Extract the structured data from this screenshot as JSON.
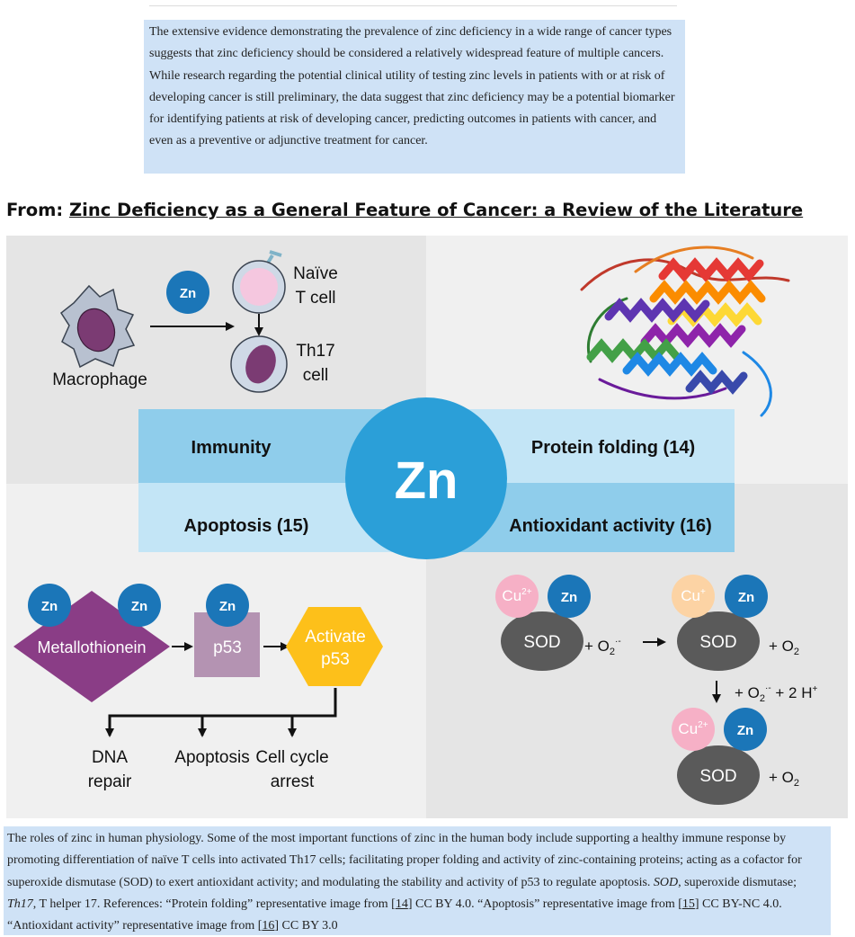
{
  "abstract": {
    "text": "The extensive evidence demonstrating the prevalence of zinc deficiency in a wide range of cancer types suggests that zinc deficiency should be considered a relatively widespread feature of multiple cancers. While research regarding the potential clinical utility of testing zinc levels in patients with or at risk of developing cancer is still preliminary, the data suggest that zinc deficiency may be a potential biomarker for identifying patients at risk of developing cancer, predicting outcomes in patients with cancer, and even as a preventive or adjunctive treatment for cancer."
  },
  "source": {
    "prefix": "From: ",
    "link_text": "Zinc Deficiency as a General Feature of Cancer: a Review of the Literature"
  },
  "figure": {
    "center": "Zn",
    "zn": "Zn",
    "categories": {
      "immunity": "Immunity",
      "protein_folding": "Protein folding (14)",
      "apoptosis": "Apoptosis (15)",
      "antioxidant": "Antioxidant activity (16)"
    },
    "immunity_panel": {
      "macrophage": "Macrophage",
      "naive_line1": "Naïve",
      "naive_line2": "T cell",
      "th17_line1": "Th17",
      "th17_line2": "cell"
    },
    "apoptosis_panel": {
      "metallothionein": "Metallothionein",
      "p53": "p53",
      "activate_line1": "Activate",
      "activate_line2": "p53",
      "dna_line1": "DNA",
      "dna_line2": "repair",
      "apoptosis": "Apoptosis",
      "cellcycle_line1": "Cell cycle",
      "cellcycle_line2": "arrest"
    },
    "antioxidant_panel": {
      "sod": "SOD",
      "cu": "Cu",
      "cu2_charge": "2+",
      "cu1_charge": "+",
      "plus": "+ O",
      "sub2": "2",
      "superoxide_charge": "·-",
      "h_part": " + 2 H",
      "h_charge": "+"
    }
  },
  "caption": {
    "text1": "The roles of zinc in human physiology. Some of the most important functions of zinc in the human body include supporting a healthy immune response by promoting differentiation of naïve T cells into activated Th17 cells; facilitating proper folding and activity of zinc-containing proteins; acting as a cofactor for superoxide dismutase (SOD) to exert antioxidant activity; and modulating the stability and activity of p53 to regulate apoptosis. ",
    "abbr1": "SOD",
    "abbr1_def": ", superoxide dismutase; ",
    "abbr2": "Th17",
    "abbr2_def": ", T helper 17",
    "text2": ". References: “Protein folding” representative image from [",
    "ref1": "14",
    "text3": "] CC BY 4.0. “Apoptosis” representative image from [",
    "ref2": "15",
    "text4": "] CC BY-NC 4.0. “Antioxidant activity” representative image from [",
    "ref3": "16",
    "text5": "] CC BY 3.0"
  },
  "colors": {
    "zn_blue": "#1b76b8",
    "center_blue": "#2b9fd8",
    "band_blue": "#8fcdeb",
    "band_light": "#c3e5f6",
    "metallothionein": "#8a3d86",
    "p53_box": "#b493b2",
    "activate_hex": "#fdc01a",
    "cu2_pink": "#f6b0c6",
    "cu1_peach": "#fcd3a4",
    "sod_grey": "#5a5a5a",
    "panel_grey": "#e8e8e8"
  }
}
